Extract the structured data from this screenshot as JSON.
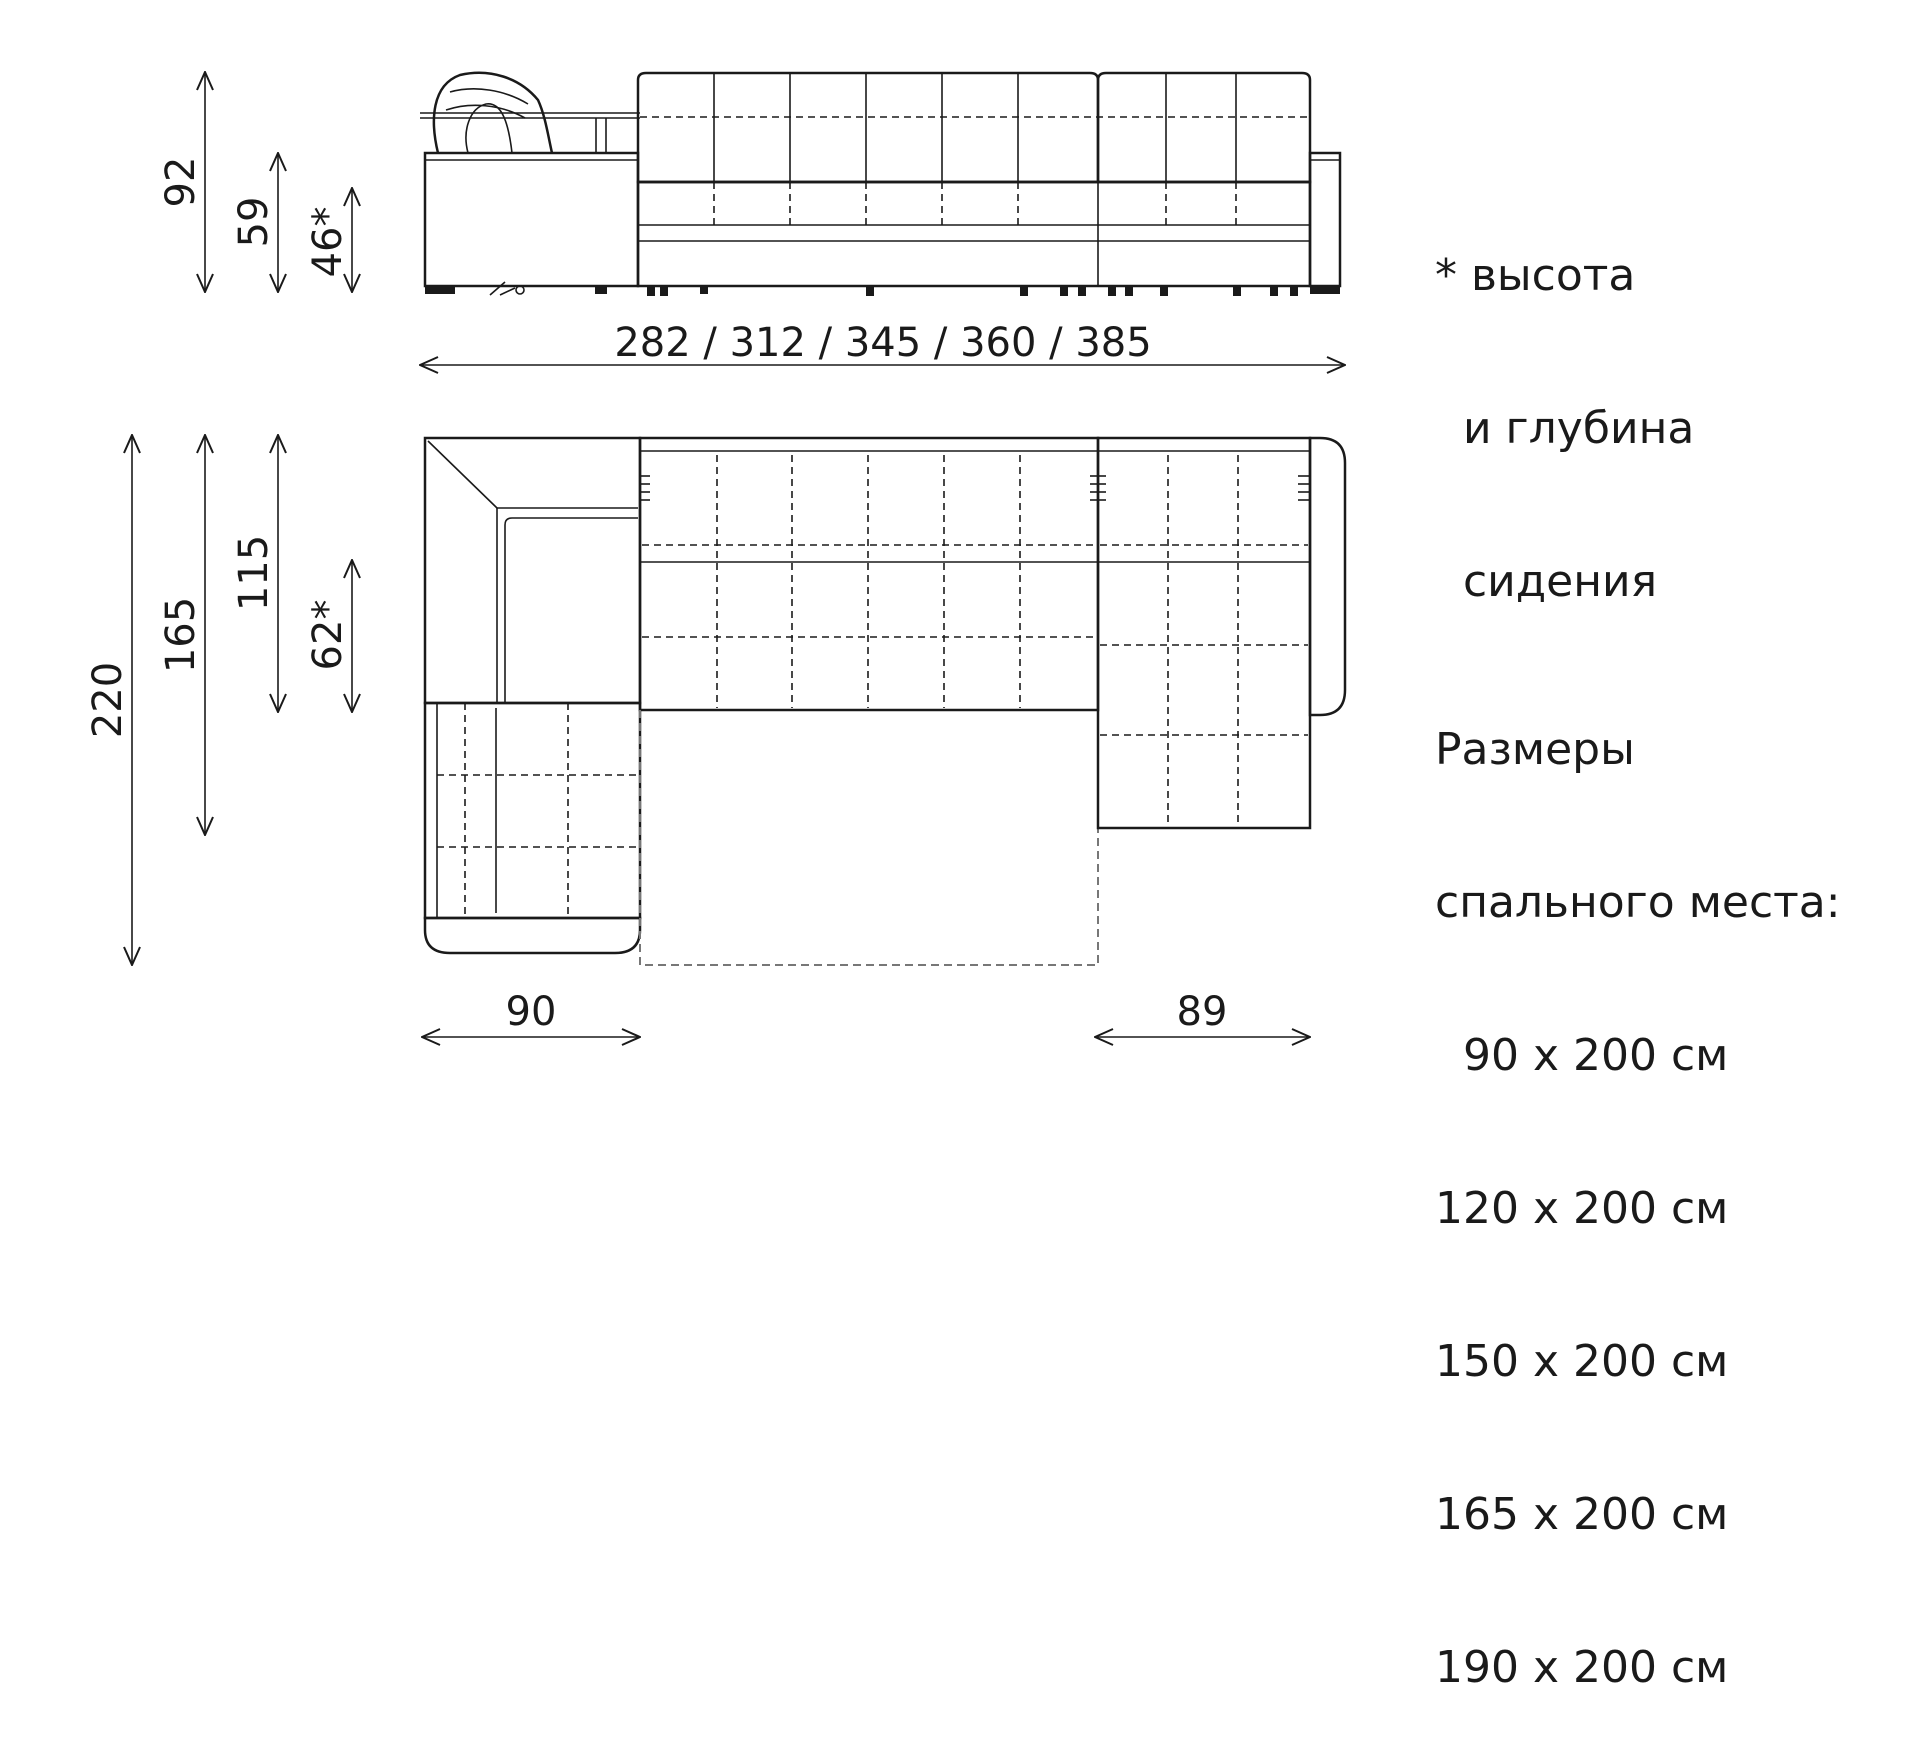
{
  "front_view": {
    "height_total": "92",
    "height_armrest": "59",
    "height_seat": "46*",
    "width_options": "282 / 312 / 345 / 360 / 385"
  },
  "top_view": {
    "depth_total": "220",
    "depth_corner": "165",
    "depth_main": "115",
    "depth_seat": "62*",
    "width_left": "90",
    "width_right": "89"
  },
  "note": {
    "lines": [
      "* высота",
      "  и глубина",
      "  сидения"
    ]
  },
  "sleeping_area": {
    "title_lines": [
      "Размеры",
      "спального места:"
    ],
    "sizes": [
      "  90 х 200 см",
      "120 х 200 см",
      "150 х 200 см",
      "165 х 200 см",
      "190 х 200 см"
    ]
  }
}
